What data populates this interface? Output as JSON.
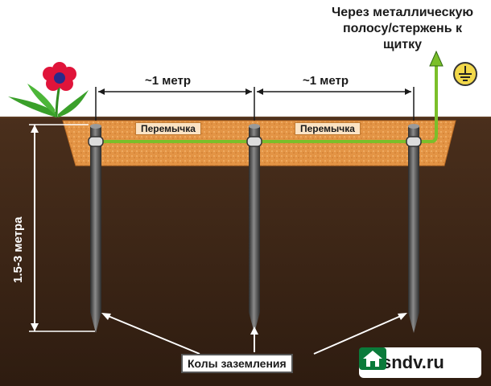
{
  "top_note": "Через металлическую полосу/стержень к щитку",
  "spacing_label_left": "~1 метр",
  "spacing_label_right": "~1 метр",
  "jumper_label_left": "Перемычка",
  "jumper_label_right": "Перемычка",
  "depth_label": "1.5-3 метра",
  "rods_label": "Колы заземления",
  "watermark": "rosndv.ru",
  "icons": [
    "flower-icon",
    "ground-symbol-icon",
    "house-logo-icon"
  ],
  "colors": {
    "soil": "#3a2416",
    "trench": "#e59a4a",
    "rod": "#4a4a4a",
    "conductor": "#7bbf2a",
    "sky": "#ffffff"
  }
}
